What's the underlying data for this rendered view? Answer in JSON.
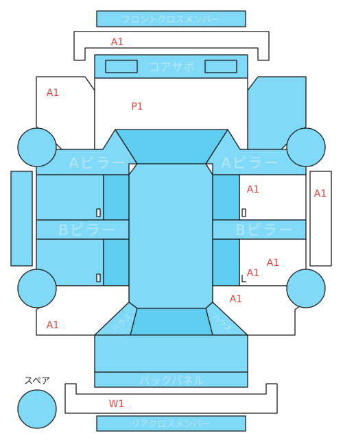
{
  "colors": {
    "panel_fill": "#7fd9f7",
    "panel_dark": "#5fcdf0",
    "panel_stroke": "#1a1a1a",
    "panel_label": "#b9e8f5",
    "mark_red": "#e8413b"
  },
  "panels": {
    "front_cross_member": "フロントクロスメンバー",
    "core_support": "コアサポ",
    "a_pillar_left": "Aピラー",
    "a_pillar_right": "Aピラー",
    "b_pillar_left": "Bピラー",
    "b_pillar_right": "Bピラー",
    "inner_left": "ハウス",
    "inner_right": "ハウス",
    "back_panel": "バックパネル",
    "rear_cross_member": "リアクロスメンバー",
    "spare_label": "スペア"
  },
  "markers": {
    "front_member": "A1",
    "left_front_fender": "A1",
    "hood": "P1",
    "right_front_door": "A1",
    "right_edge": "A1",
    "right_rear_door_a": "A1",
    "right_rear_door_b": "A1",
    "right_quarter": "A1",
    "left_quarter": "A1",
    "rear_member": "W1"
  }
}
